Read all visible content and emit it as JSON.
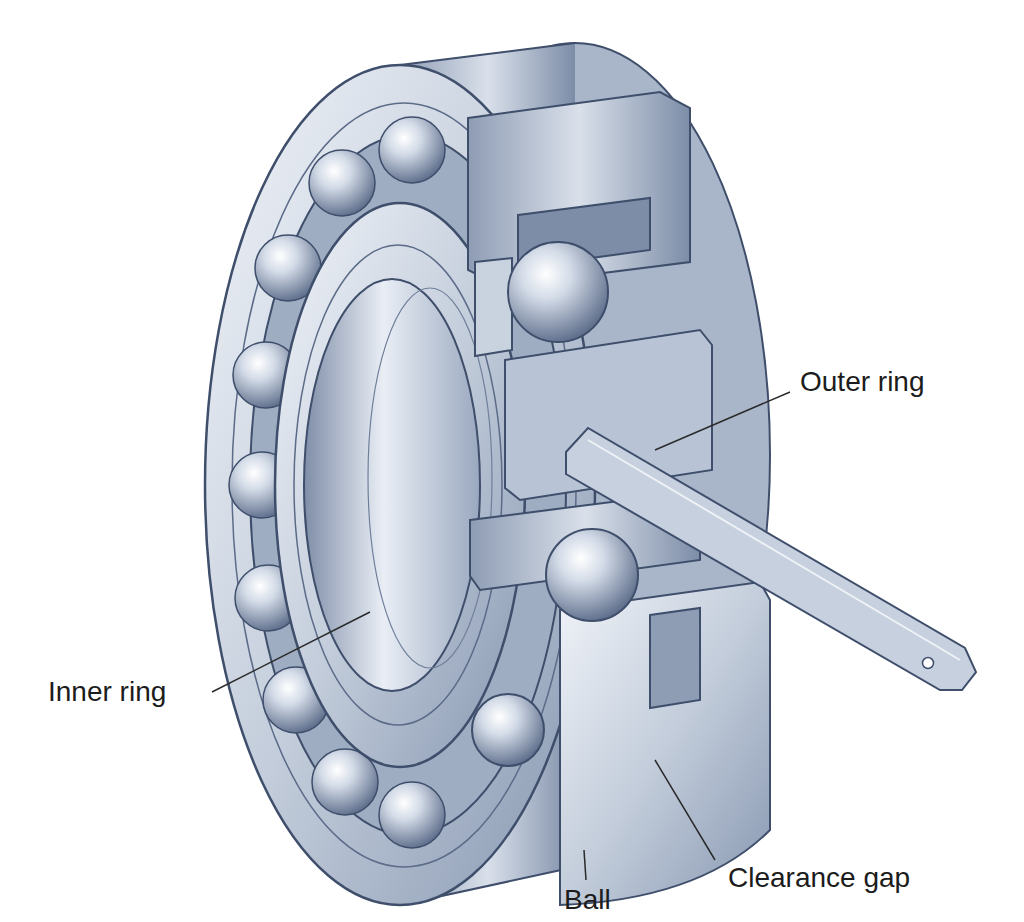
{
  "diagram": {
    "labels": [
      "Outer ring",
      "Inner ring",
      "Clearance gap",
      "Ball"
    ]
  }
}
